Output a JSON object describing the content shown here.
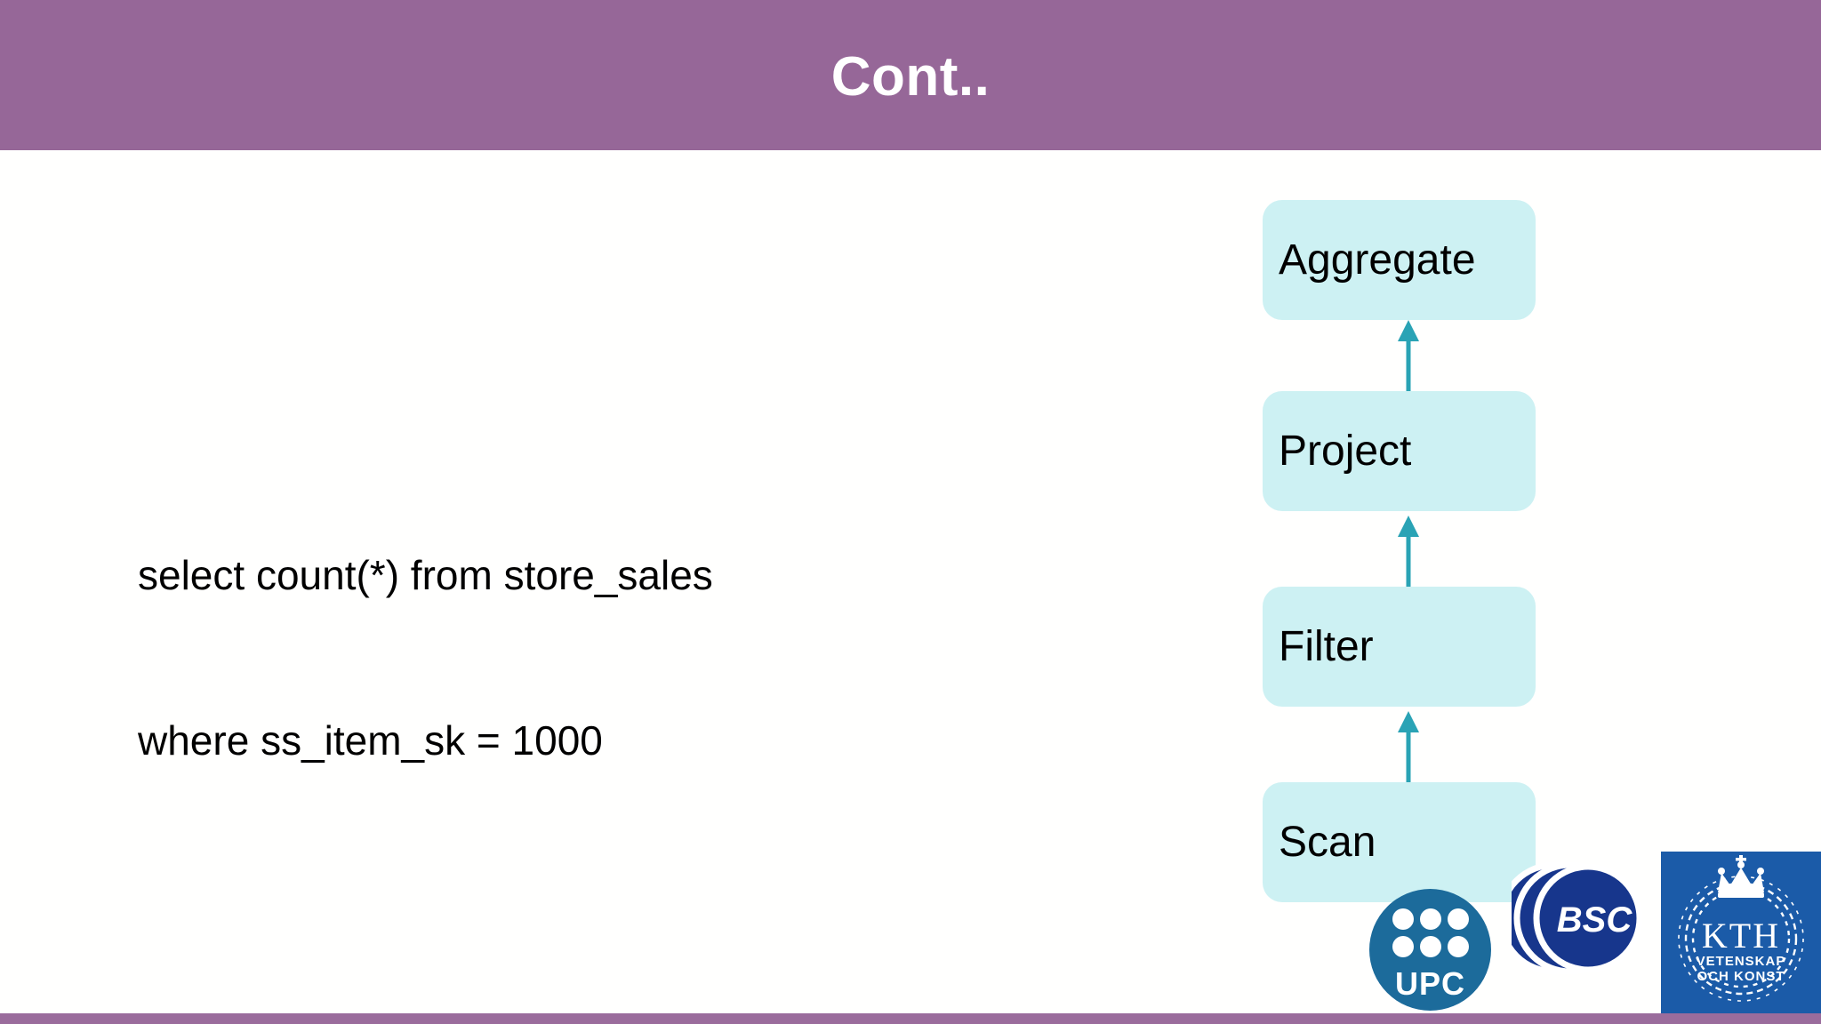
{
  "slide": {
    "title": "Cont..",
    "header_color": "#966798",
    "footer_color": "#9A6C9C",
    "background_color": "#FFFFFE"
  },
  "content": {
    "sql_lines": [
      "select count(*) from store_sales",
      "where ss_item_sk = 1000"
    ],
    "text_color": "#000000"
  },
  "plan_diagram": {
    "node_fill": "#CDF1F3",
    "arrow_color": "#2AA3B5",
    "flow_direction": "bottom-to-top",
    "nodes": [
      {
        "label": "Aggregate"
      },
      {
        "label": "Project"
      },
      {
        "label": "Filter"
      },
      {
        "label": "Scan"
      }
    ],
    "arrows": [
      {
        "from": "Project",
        "to": "Aggregate"
      },
      {
        "from": "Filter",
        "to": "Project"
      },
      {
        "from": "Scan",
        "to": "Filter"
      }
    ]
  },
  "logos": {
    "upc": {
      "name": "UPC",
      "text": "UPC",
      "color": "#1C6B9B",
      "dot_count": 6
    },
    "bsc": {
      "name": "BSC",
      "text": "BSC",
      "color": "#17368C"
    },
    "kth": {
      "name": "KTH",
      "text": "KTH",
      "motto_line1": "VETENSKAP",
      "motto_line2": "OCH KONST",
      "color": "#1B5BA8"
    }
  }
}
